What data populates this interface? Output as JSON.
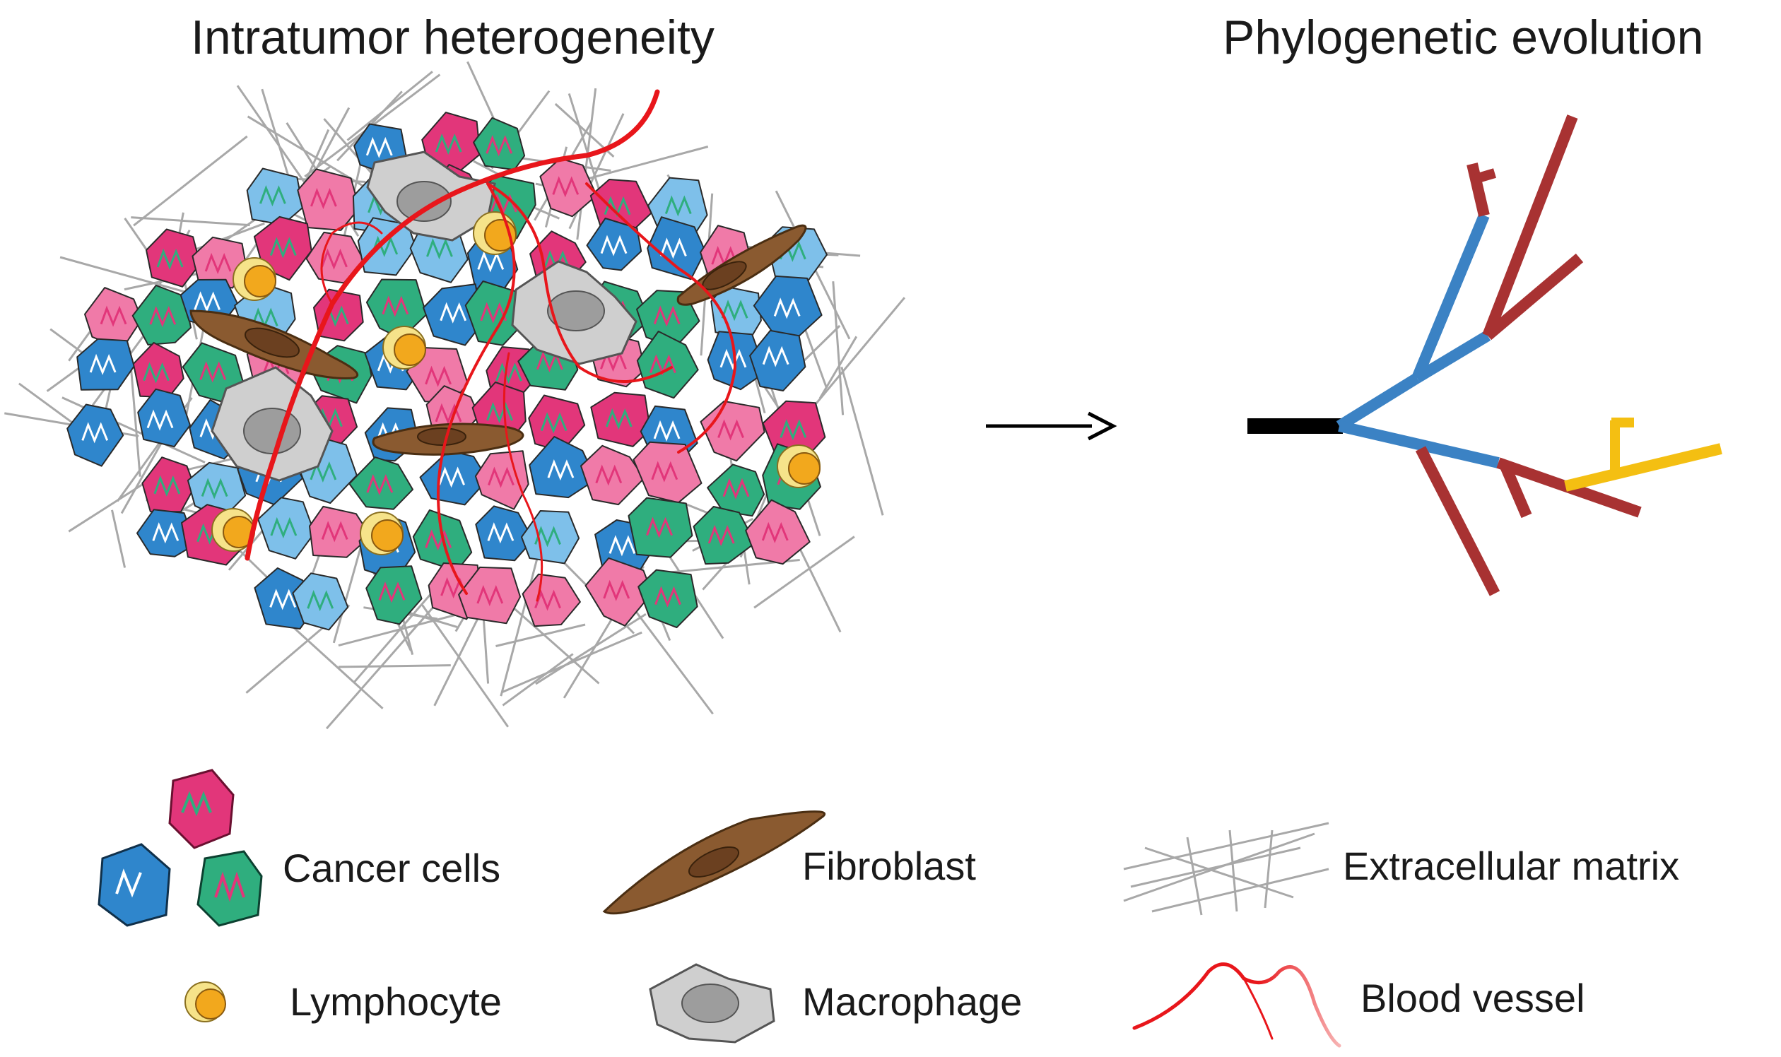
{
  "titles": {
    "left": "Intratumor heterogeneity",
    "right": "Phylogenetic evolution"
  },
  "legend": {
    "cancer_cells": "Cancer cells",
    "fibroblast": "Fibroblast",
    "ecm": "Extracellular matrix",
    "lymphocyte": "Lymphocyte",
    "macrophage": "Macrophage",
    "blood_vessel": "Blood vessel"
  },
  "colors": {
    "cancer_blue": "#2f86cc",
    "cancer_light_blue": "#7ec0ea",
    "cancer_green": "#2fae7e",
    "cancer_pink": "#e2367a",
    "cancer_light_pink": "#f07aa8",
    "fibroblast": "#8a5a30",
    "macrophage": "#c9c9c9",
    "lymphocyte": "#f2a81d",
    "blood_vessel": "#e8161b",
    "ecm": "#a8a8a8",
    "tree_trunk": "#000000",
    "tree_blue": "#3b82c4",
    "tree_red": "#a83232",
    "tree_yellow": "#f4bf12"
  }
}
